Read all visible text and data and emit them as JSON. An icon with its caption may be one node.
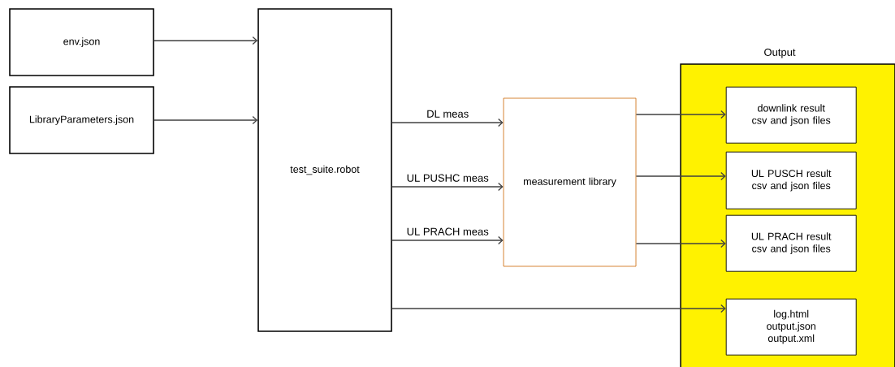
{
  "diagram": {
    "nodes": [
      {
        "text": [
          "env.json"
        ]
      },
      {
        "text": [
          "LibraryParameters.json"
        ]
      },
      {
        "text": [
          "test_suite.robot"
        ]
      },
      {
        "text": [
          "measurement library"
        ]
      },
      {
        "text": [
          "Output"
        ]
      },
      {
        "text": [
          "downlink result csv and json files"
        ],
        "in": 4
      },
      {
        "text": [
          "UL PUSCH result csv and json files"
        ],
        "in": 4
      },
      {
        "text": [
          "UL PRACH result csv and json files"
        ],
        "in": 4
      },
      {
        "text": [
          "log.html",
          "output.json",
          "output.xml"
        ],
        "in": 4
      }
    ],
    "edges": [
      {
        "from": 0,
        "to": 2,
        "arrow": "to"
      },
      {
        "from": 1,
        "to": 2,
        "arrow": "to"
      },
      {
        "from": 2,
        "to": 3,
        "arrow": "to",
        "label": "DL meas"
      },
      {
        "from": 2,
        "to": 3,
        "arrow": "to",
        "label": "UL PUSHC meas"
      },
      {
        "from": 2,
        "to": 3,
        "arrow": "to",
        "label": "UL PRACH meas"
      },
      {
        "from": 3,
        "to": 5,
        "arrow": "to"
      },
      {
        "from": 3,
        "to": 6,
        "arrow": "to"
      },
      {
        "from": 3,
        "to": 7,
        "arrow": "to"
      },
      {
        "from": 2,
        "to": 8,
        "arrow": "to"
      }
    ]
  }
}
